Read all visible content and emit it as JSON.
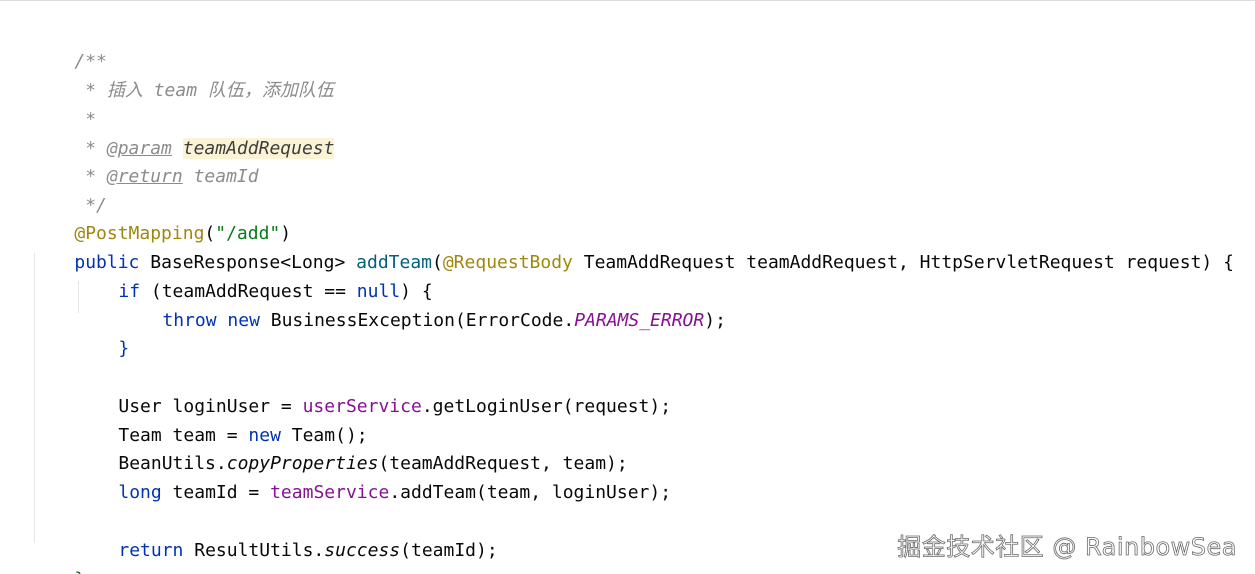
{
  "code": {
    "l1": {
      "a": "/**"
    },
    "l2": {
      "a": " * 插入 team 队伍，添加队伍"
    },
    "l3": {
      "a": " *"
    },
    "l4": {
      "a": " * ",
      "tag": "@param",
      "sp": " ",
      "param": "teamAddRequest"
    },
    "l5": {
      "a": " * ",
      "tag": "@return",
      "rest": " teamId"
    },
    "l6": {
      "a": " */"
    },
    "l7": {
      "ann": "@PostMapping",
      "p1": "(",
      "str": "\"/add\"",
      "p2": ")"
    },
    "l8": {
      "kw": "public",
      "type": " BaseResponse<Long> ",
      "fn": "addTeam",
      "p1": "(",
      "ann": "@RequestBody",
      "rest": " TeamAddRequest teamAddRequest, HttpServletRequest request) {"
    },
    "l9": {
      "kw1": "if",
      "mid": " (teamAddRequest == ",
      "kw2": "null",
      "rest": ") {"
    },
    "l10": {
      "kw1": "throw",
      "sp": " ",
      "kw2": "new",
      "mid": " BusinessException(ErrorCode.",
      "const": "PARAMS_ERROR",
      "rest": ");"
    },
    "l11": {
      "a": "}"
    },
    "l12": {
      "a": "User loginUser = ",
      "field": "userService",
      "rest": ".getLoginUser(request);"
    },
    "l13": {
      "a": "Team team = ",
      "kw": "new",
      "rest": " Team();"
    },
    "l14": {
      "a": "BeanUtils.",
      "static": "copyProperties",
      "rest": "(teamAddRequest, team);"
    },
    "l15": {
      "kw": "long",
      "a": " teamId = ",
      "field": "teamService",
      "rest": ".addTeam(team, loginUser);"
    },
    "l16": {
      "kw": "return",
      "a": " ResultUtils.",
      "static": "success",
      "rest": "(teamId);"
    },
    "l17": {
      "a": "}"
    }
  },
  "watermark": "掘金技术社区 @ RainbowSea"
}
